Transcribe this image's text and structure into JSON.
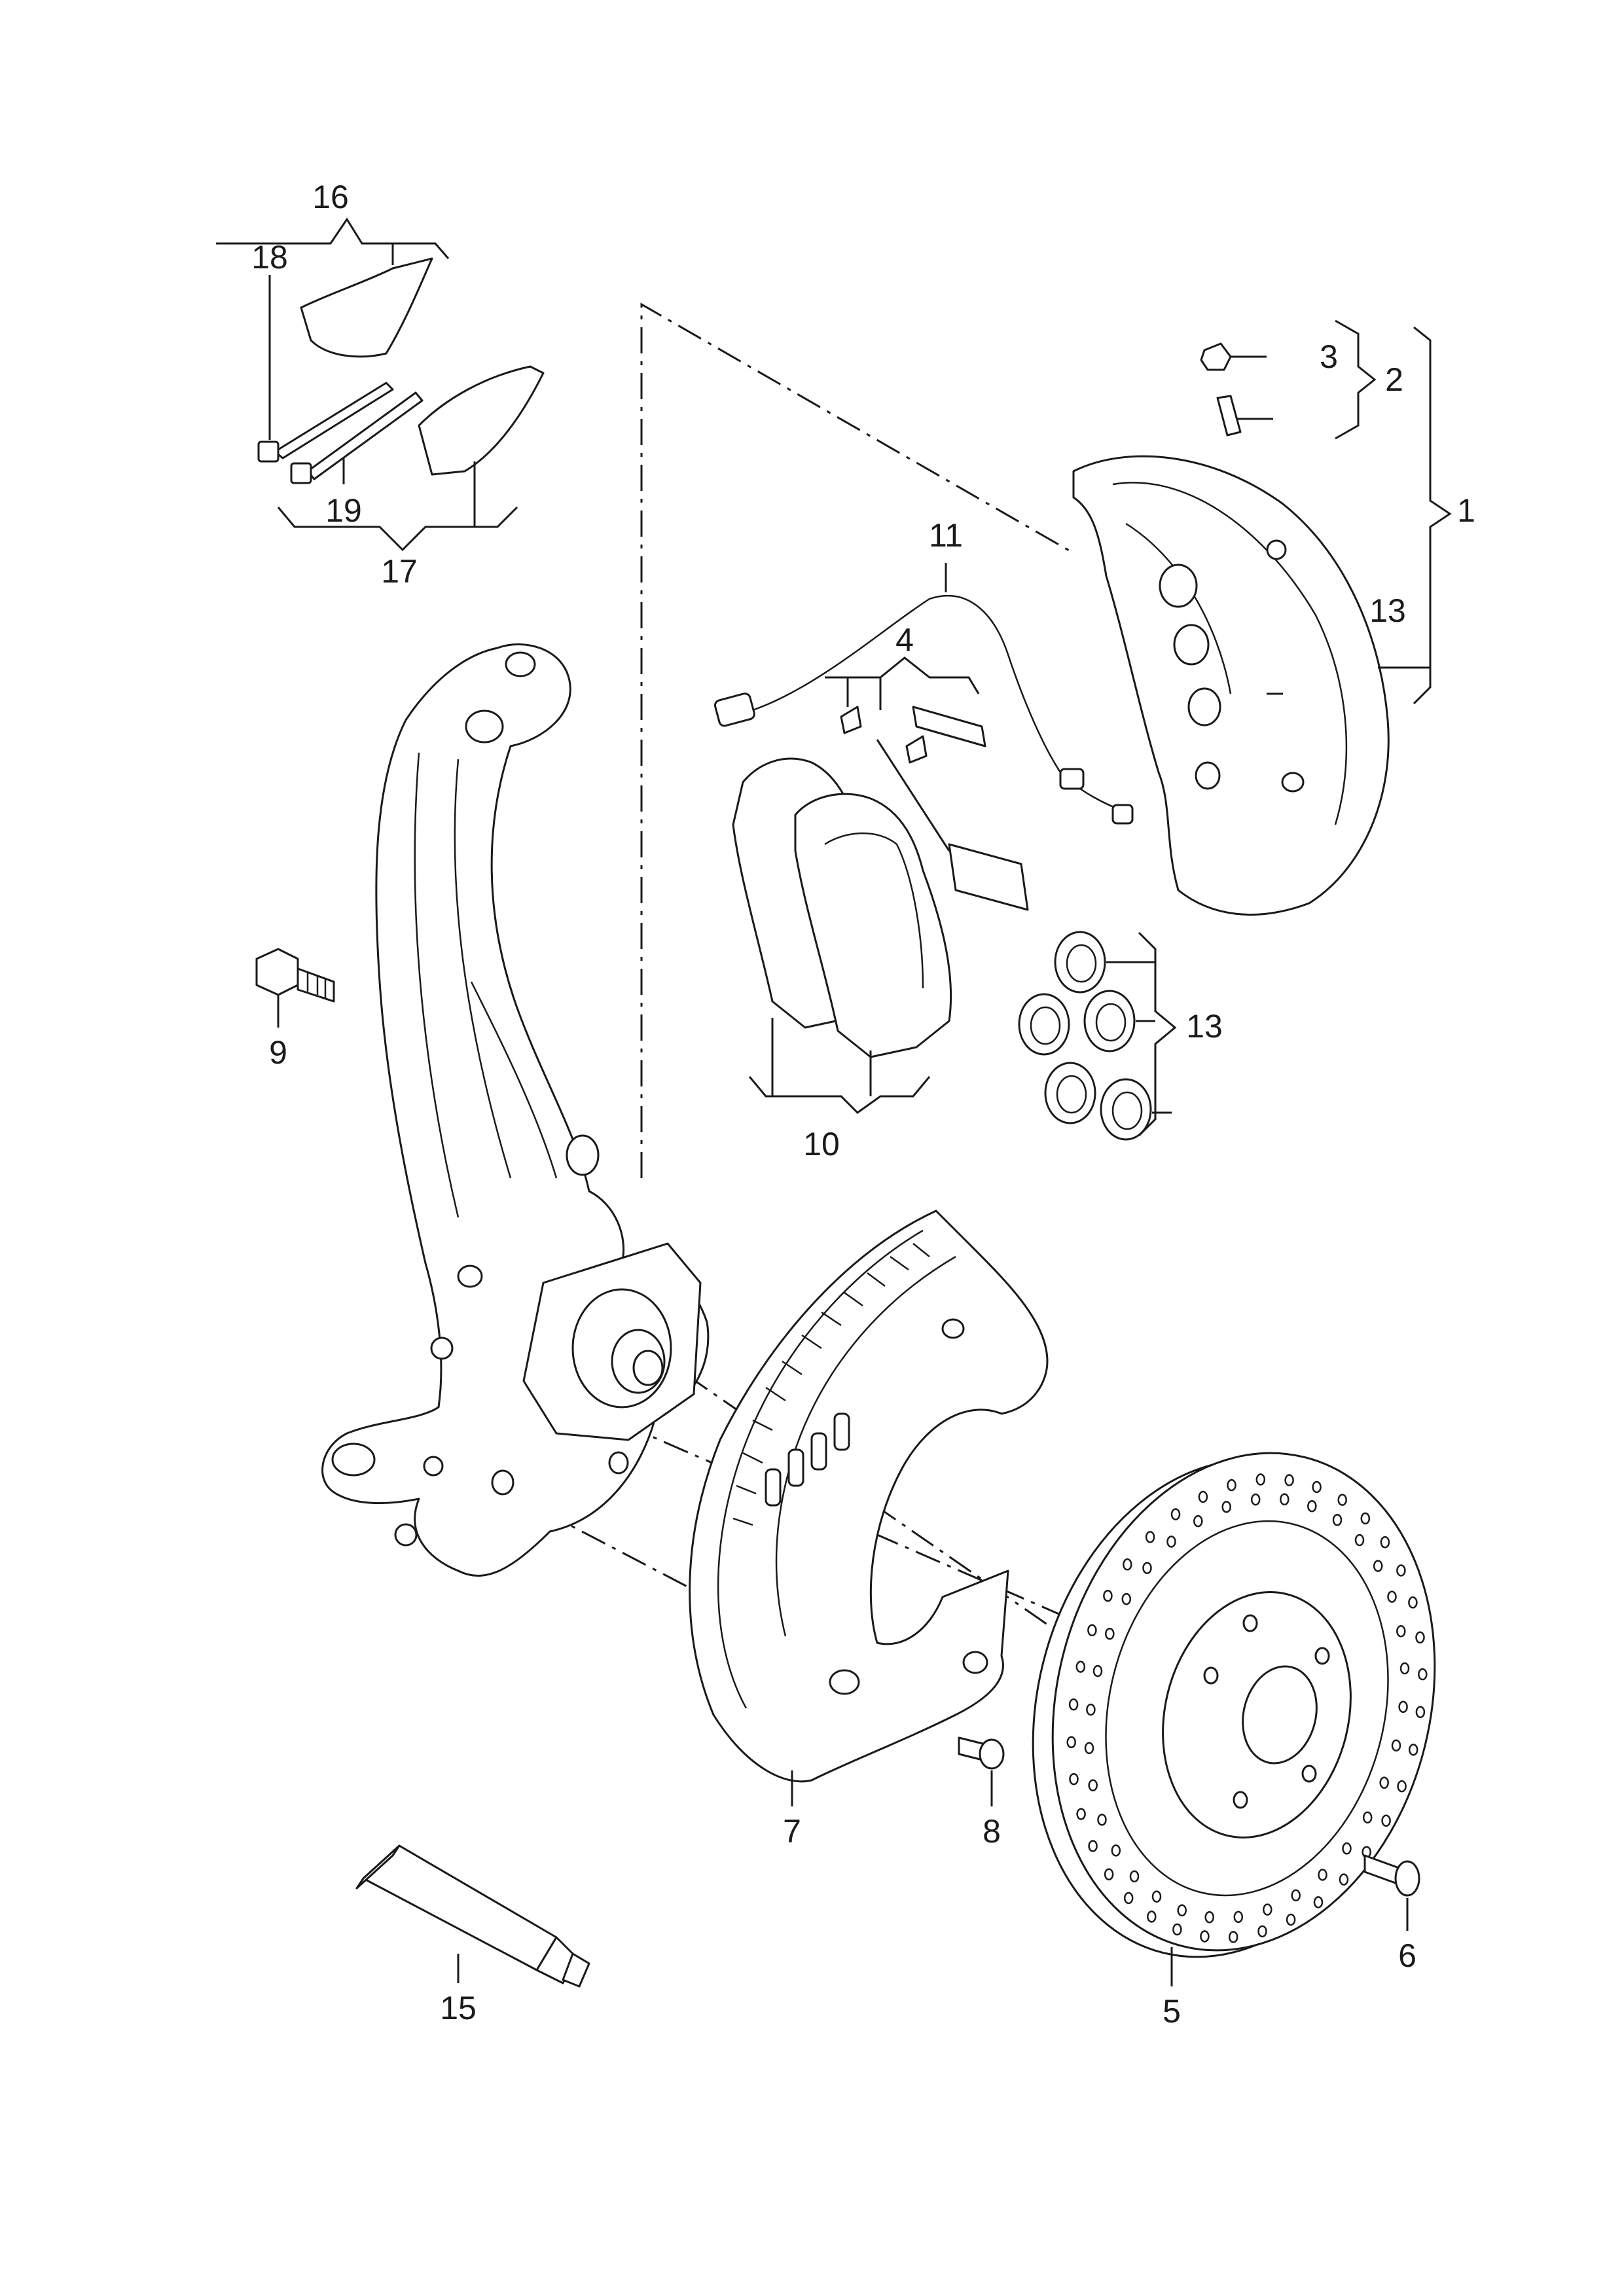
{
  "callouts": {
    "c1": "1",
    "c2": "2",
    "c3": "3",
    "c4": "4",
    "c5": "5",
    "c6": "6",
    "c7": "7",
    "c8": "8",
    "c9": "9",
    "c10": "10",
    "c11": "11",
    "c13a": "13",
    "c13b": "13",
    "c15": "15",
    "c16": "16",
    "c17": "17",
    "c18": "18",
    "c19": "19"
  }
}
